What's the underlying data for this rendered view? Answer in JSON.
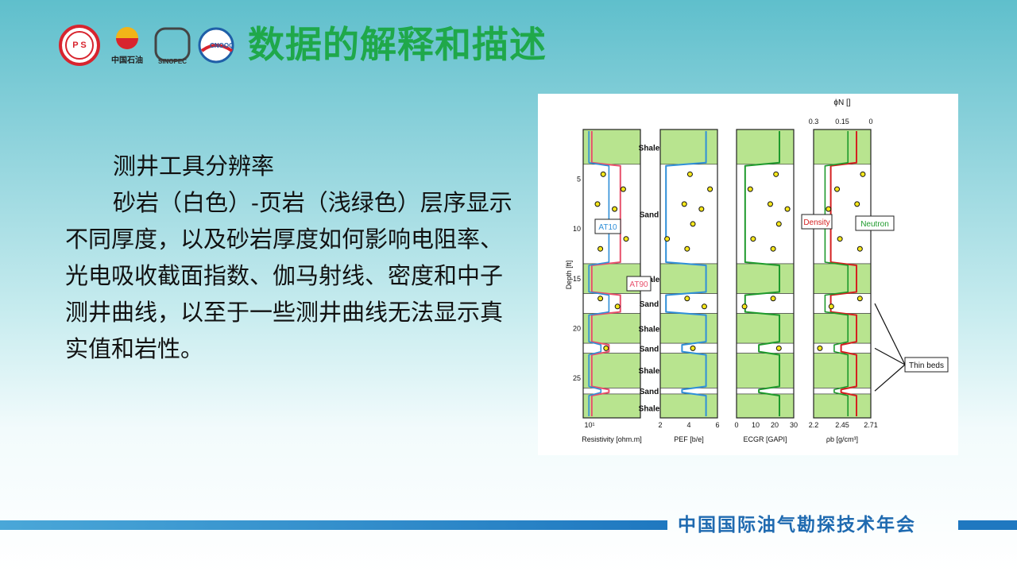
{
  "header": {
    "title": "数据的解释和描述",
    "logos": [
      {
        "name": "cps-logo",
        "text": "P S"
      },
      {
        "name": "cnpc-logo",
        "text": "中国石油"
      },
      {
        "name": "sinopec-logo",
        "text": "SINOPEC"
      },
      {
        "name": "cnooc-logo",
        "text": "CNOOC"
      }
    ]
  },
  "body": {
    "heading": "测井工具分辨率",
    "paragraph": "砂岩（白色）-页岩（浅绿色）层序显示不同厚度，以及砂岩厚度如何影响电阻率、光电吸收截面指数、伽马射线、密度和中子测井曲线，以至于一些测井曲线无法显示真实值和岩性。"
  },
  "figure": {
    "depth_label": "Depth [ft]",
    "depth_ticks": [
      "5",
      "10",
      "15",
      "20",
      "25"
    ],
    "layer_labels": [
      "Shale",
      "Sand",
      "Shale",
      "Sand",
      "Shale",
      "Sand",
      "Shale",
      "Sand",
      "Shale"
    ],
    "callouts": {
      "at10": "AT10",
      "at90": "AT90",
      "density": "Density",
      "neutron": "Neutron",
      "thin_beds": "Thin beds"
    },
    "top_axis_label": "ϕN []",
    "top_axis_ticks": [
      "0.3",
      "0.15",
      "0"
    ],
    "tracks": [
      {
        "xlabel": "Resistivity [ohm.m]",
        "ticks": [
          "10¹"
        ]
      },
      {
        "xlabel": "PEF [b/e]",
        "ticks": [
          "2",
          "4",
          "6"
        ]
      },
      {
        "xlabel": "ECGR [GAPI]",
        "ticks": [
          "0",
          "10",
          "20",
          "30"
        ]
      },
      {
        "xlabel": "ρb [g/cm³]",
        "ticks": [
          "2.2",
          "2.45",
          "2.71"
        ]
      }
    ],
    "colors": {
      "shale": "#b8e48f",
      "resistivity_deep": "#e8506b",
      "resistivity_shallow": "#2f8fd8",
      "pef": "#2f8fd8",
      "gr": "#1e9a2c",
      "density": "#d42020",
      "neutron": "#1e9a2c"
    }
  },
  "footer": {
    "text": "中国国际油气勘探技术年会"
  }
}
